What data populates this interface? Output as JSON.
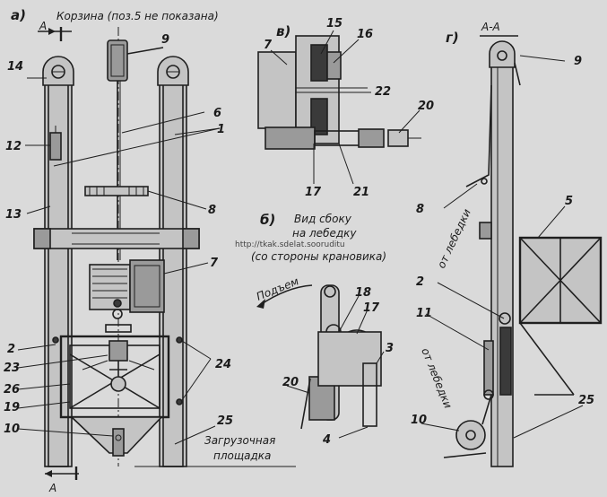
{
  "views": {
    "a": {
      "letter": "а)",
      "title": "Корзина (поз.5 не показана)",
      "section_top": "А",
      "section_bottom": "А"
    },
    "b": {
      "letter": "б)",
      "title_line1": "Вид сбоку",
      "title_line2": "на лебедку",
      "title_line3": "(со стороны крановика)",
      "lift_label": "Подъем"
    },
    "v": {
      "letter": "в)"
    },
    "g": {
      "letter": "г)",
      "section": "А-А",
      "from_winch_top": "от лебедки",
      "from_winch_bottom": "от лебедки"
    }
  },
  "watermark": "http://tkak.sdelat.sooruditu",
  "loading_area": {
    "line1": "Загрузочная",
    "line2": "площадка"
  },
  "numbers": {
    "n1": "1",
    "n2a": "2",
    "n2g": "2",
    "n3": "3",
    "n4": "4",
    "n5": "5",
    "n6": "6",
    "n7a": "7",
    "n7v": "7",
    "n8a": "8",
    "n8g": "8",
    "n9a": "9",
    "n9g": "9",
    "n10a": "10",
    "n10g": "10",
    "n11": "11",
    "n12": "12",
    "n13": "13",
    "n14": "14",
    "n15": "15",
    "n16": "16",
    "n17b": "17",
    "n17v": "17",
    "n18": "18",
    "n19": "19",
    "n20b": "20",
    "n20v": "20",
    "n21": "21",
    "n22": "22",
    "n23": "23",
    "n24": "24",
    "n25a": "25",
    "n25g": "25",
    "n26": "26"
  }
}
